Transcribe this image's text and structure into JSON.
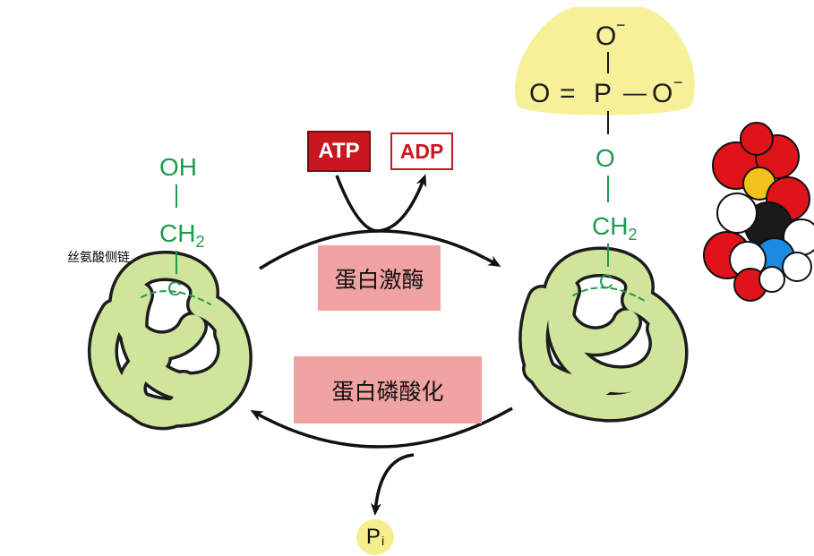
{
  "labels": {
    "atp": "ATP",
    "adp": "ADP",
    "kinase": "蛋白激酶",
    "phosphatase": "蛋白磷酸化",
    "serine_side_chain": "丝氨酸侧链",
    "pi_base": "P",
    "pi_sub": "i"
  },
  "left_group": {
    "oh": "OH",
    "bond": "|",
    "ch2_base": "CH",
    "ch2_sub": "2",
    "carbon": "C"
  },
  "right_group": {
    "o_top": "O",
    "o_left": "O",
    "eq": "=",
    "p": "P",
    "dash": "—",
    "o_right": "O",
    "minus": "−",
    "o_mid": "O",
    "ch2_base": "CH",
    "ch2_sub": "2",
    "carbon": "C"
  },
  "colors": {
    "protein_fill": "#cfe59c",
    "protein_stroke": "#1c1c1c",
    "side_chain_green": "#1f9a4e",
    "phosphate_halo": "#f6f098",
    "atp_red": "#c8171f",
    "enzyme_pink": "#f0a3a0"
  }
}
